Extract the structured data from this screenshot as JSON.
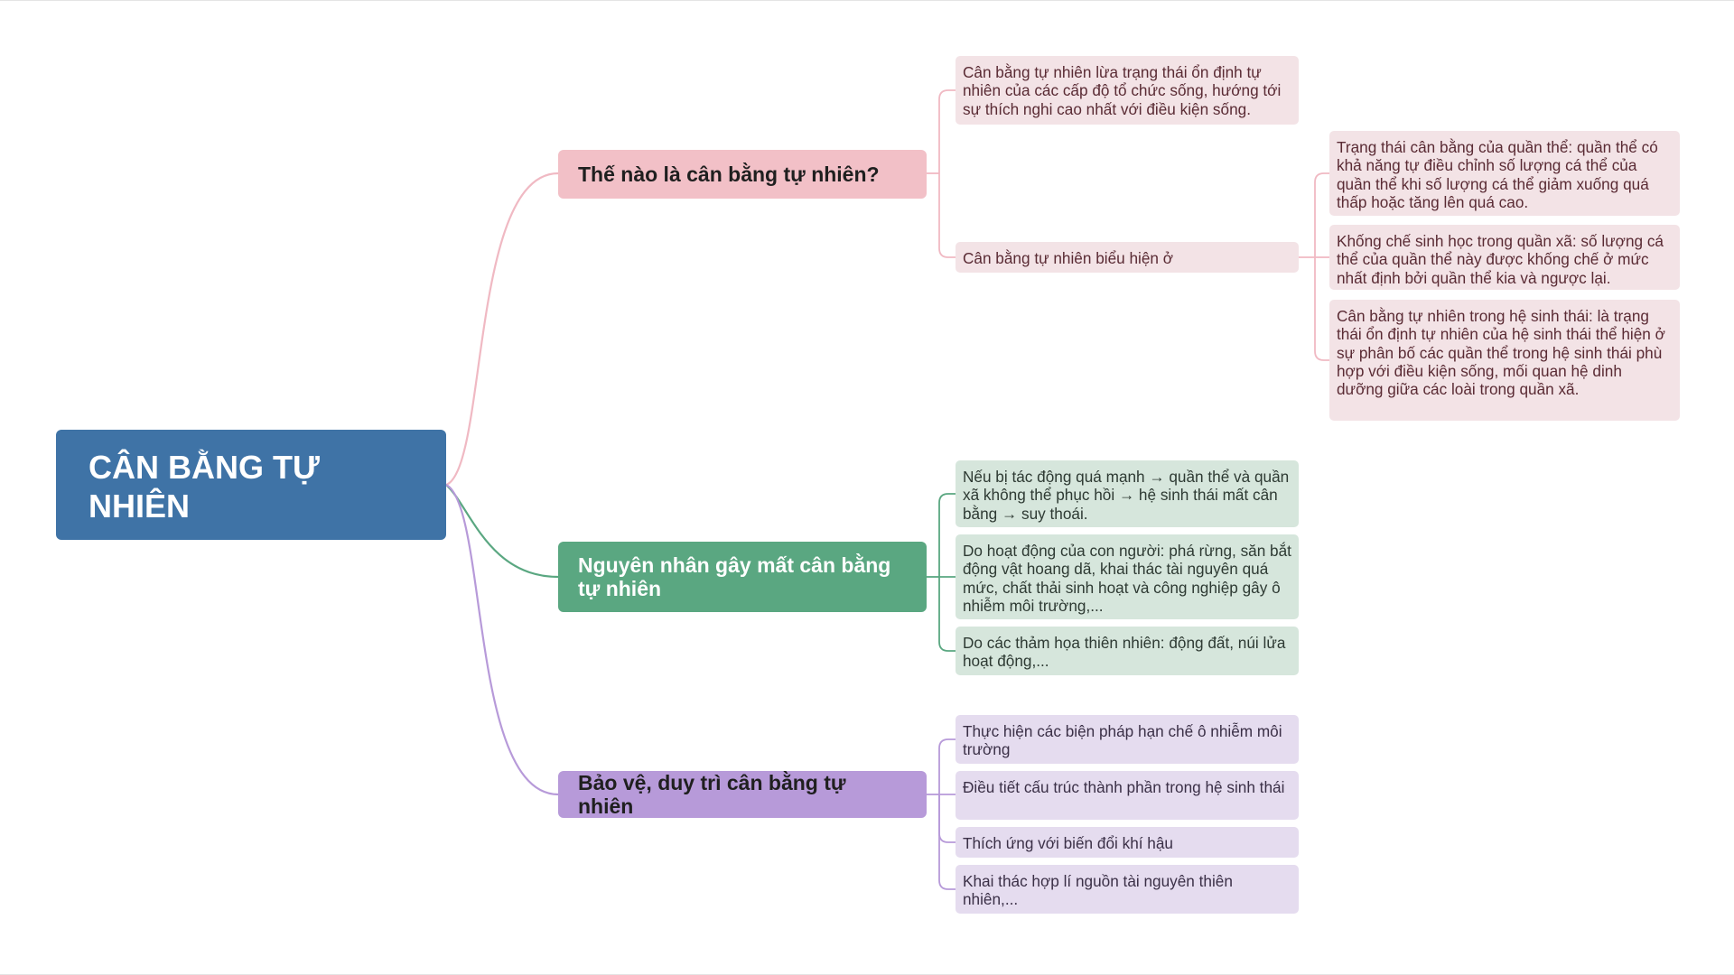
{
  "root": {
    "label": "CÂN BẰNG TỰ NHIÊN"
  },
  "colors": {
    "root": "#3f73a6",
    "branch_pink": "#f2c0c7",
    "branch_green": "#5aa781",
    "branch_purple": "#b79ad9",
    "leaf_pink": "#f3e3e6",
    "leaf_green": "#d6e6dc",
    "leaf_purple": "#e5dcef"
  },
  "branches": [
    {
      "label": "Thế nào là cân bằng tự nhiên?",
      "children": [
        {
          "text": "Cân bằng tự nhiên lừa trạng thái ổn định tự nhiên của các cấp độ tổ chức sống, hướng tới sự thích nghi cao nhất với điều kiện sống."
        },
        {
          "text": "Cân bằng tự nhiên biểu hiện ở",
          "children": [
            {
              "text": "Trạng thái cân bằng của quần thể: quần thể có khả năng tự điều chỉnh số lượng cá thể của quần thể khi số lượng cá thể giảm xuống quá thấp hoặc tăng lên quá cao."
            },
            {
              "text": "Khống chế sinh học trong quần xã: số lượng cá thể của quần thể này được khống chế ở mức nhất định bởi quần thể kia và ngược lại."
            },
            {
              "text": "Cân bằng tự nhiên trong hệ sinh thái: là trạng thái ổn định tự nhiên của hệ sinh thái thể hiện ở sự phân bố các quần thể trong hệ sinh thái phù hợp với điều kiện sống, mối quan hệ dinh dưỡng giữa các loài trong quần xã."
            }
          ]
        }
      ]
    },
    {
      "label": "Nguyên nhân gây mất cân bằng tự nhiên",
      "children": [
        {
          "text": "Nếu bị tác động quá mạnh → quần thể và quần xã không thể phục hồi → hệ sinh thái mất cân bằng → suy thoái."
        },
        {
          "text": "Do hoạt động của con người: phá rừng, săn bắt động vật hoang dã, khai thác tài nguyên quá mức, chất thải sinh hoạt và công nghiệp gây ô nhiễm môi trường,..."
        },
        {
          "text": "Do các thảm họa thiên nhiên: động đất, núi lửa hoạt động,..."
        }
      ]
    },
    {
      "label": "Bảo vệ, duy trì cân bằng tự nhiên",
      "children": [
        {
          "text": "Thực hiện các biện pháp hạn chế ô nhiễm môi trường"
        },
        {
          "text": "Điều tiết cấu trúc thành phần trong hệ sinh thái"
        },
        {
          "text": "Thích ứng với biến đổi khí hậu"
        },
        {
          "text": "Khai thác hợp lí nguồn tài nguyên thiên nhiên,..."
        }
      ]
    }
  ]
}
